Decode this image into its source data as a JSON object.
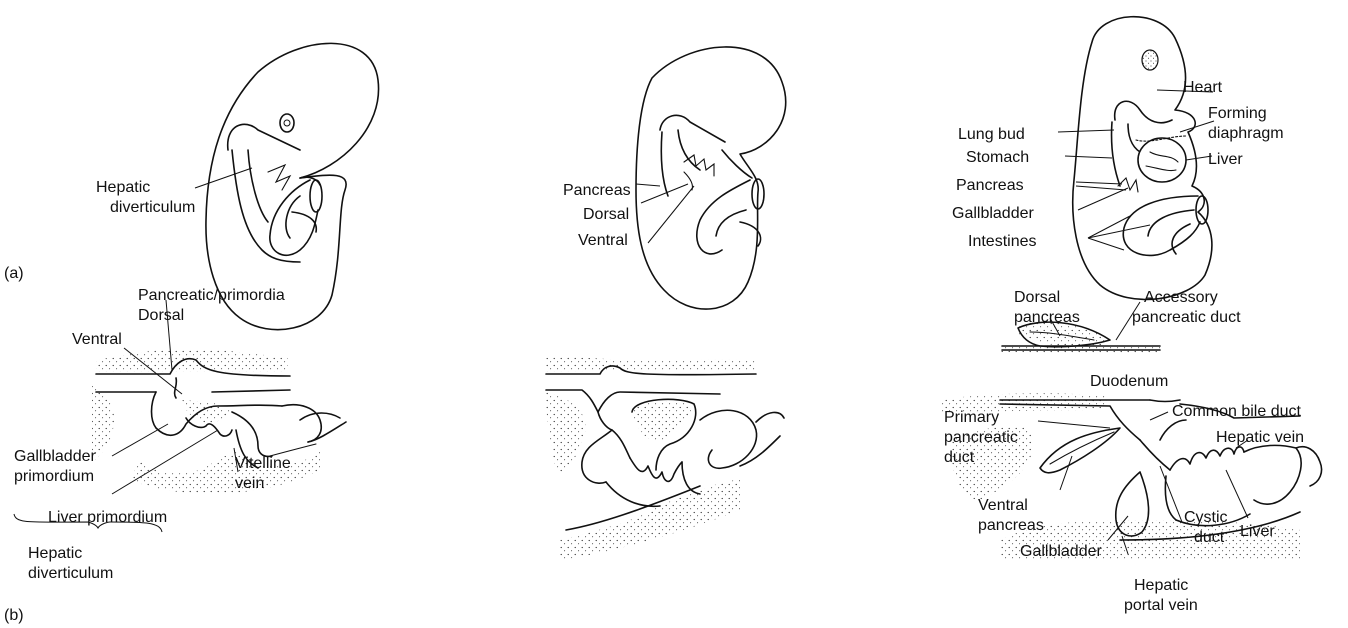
{
  "panels": {
    "a": "(a)",
    "b": "(b)"
  },
  "panel_a": {
    "left": {
      "hepatic_diverticulum": [
        "Hepatic",
        "diverticulum"
      ]
    },
    "middle": {
      "pancreas": "Pancreas",
      "dorsal": "Dorsal",
      "ventral": "Ventral"
    },
    "right": {
      "heart": "Heart",
      "forming_diaphragm": [
        "Forming",
        "diaphragm"
      ],
      "lung_bud": "Lung bud",
      "stomach": "Stomach",
      "liver": "Liver",
      "pancreas": "Pancreas",
      "gallbladder": "Gallbladder",
      "intestines": "Intestines"
    }
  },
  "panel_b": {
    "left": {
      "pancreatic_primordia": "Pancreatic/primordia",
      "dorsal": "Dorsal",
      "ventral": "Ventral",
      "gallbladder_primordium": [
        "Gallbladder",
        "primordium"
      ],
      "vitelline_vein": [
        "Vitelline",
        "vein"
      ],
      "liver_primordium": "Liver primordium",
      "hepatic_diverticulum": [
        "Hepatic",
        "diverticulum"
      ]
    },
    "right": {
      "dorsal_pancreas": [
        "Dorsal",
        "pancreas"
      ],
      "accessory_pancreatic_duct": [
        "Accessory",
        "pancreatic duct"
      ],
      "duodenum": "Duodenum",
      "primary_pancreatic_duct": [
        "Primary",
        "pancreatic",
        "duct"
      ],
      "common_bile_duct": "Common bile duct",
      "hepatic_vein": "Hepatic vein",
      "ventral_pancreas": [
        "Ventral",
        "pancreas"
      ],
      "gallbladder": "Gallbladder",
      "cystic_duct": [
        "Cystic",
        "duct"
      ],
      "liver": "Liver",
      "hepatic_portal_vein": [
        "Hepatic",
        "portal vein"
      ]
    }
  }
}
